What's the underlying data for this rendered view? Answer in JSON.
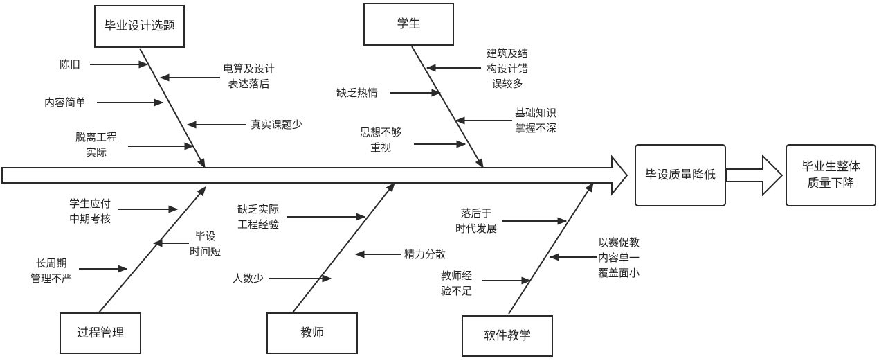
{
  "diagram": {
    "type": "fishbone",
    "effect": "毕设质量降低",
    "outcome": "毕业生整体\n质量下降",
    "categories": [
      {
        "name": "毕业设计选题",
        "causes": [
          "陈旧",
          "电算及设计\n表达落后",
          "内容简单",
          "真实课题少",
          "脱离工程\n实际"
        ]
      },
      {
        "name": "学生",
        "causes": [
          "建筑及结\n构设计错\n误较多",
          "缺乏热情",
          "基础知识\n掌握不深",
          "思想不够\n重视"
        ]
      },
      {
        "name": "过程管理",
        "causes": [
          "学生应付\n中期考核",
          "毕设\n时间短",
          "长周期\n管理不严"
        ]
      },
      {
        "name": "教师",
        "causes": [
          "缺乏实际\n工程经验",
          "精力分散",
          "人数少"
        ]
      },
      {
        "name": "软件教学",
        "causes": [
          "落后于\n时代发展",
          "以赛促教\n内容单一\n覆盖面小",
          "教师经\n验不足"
        ]
      }
    ]
  }
}
